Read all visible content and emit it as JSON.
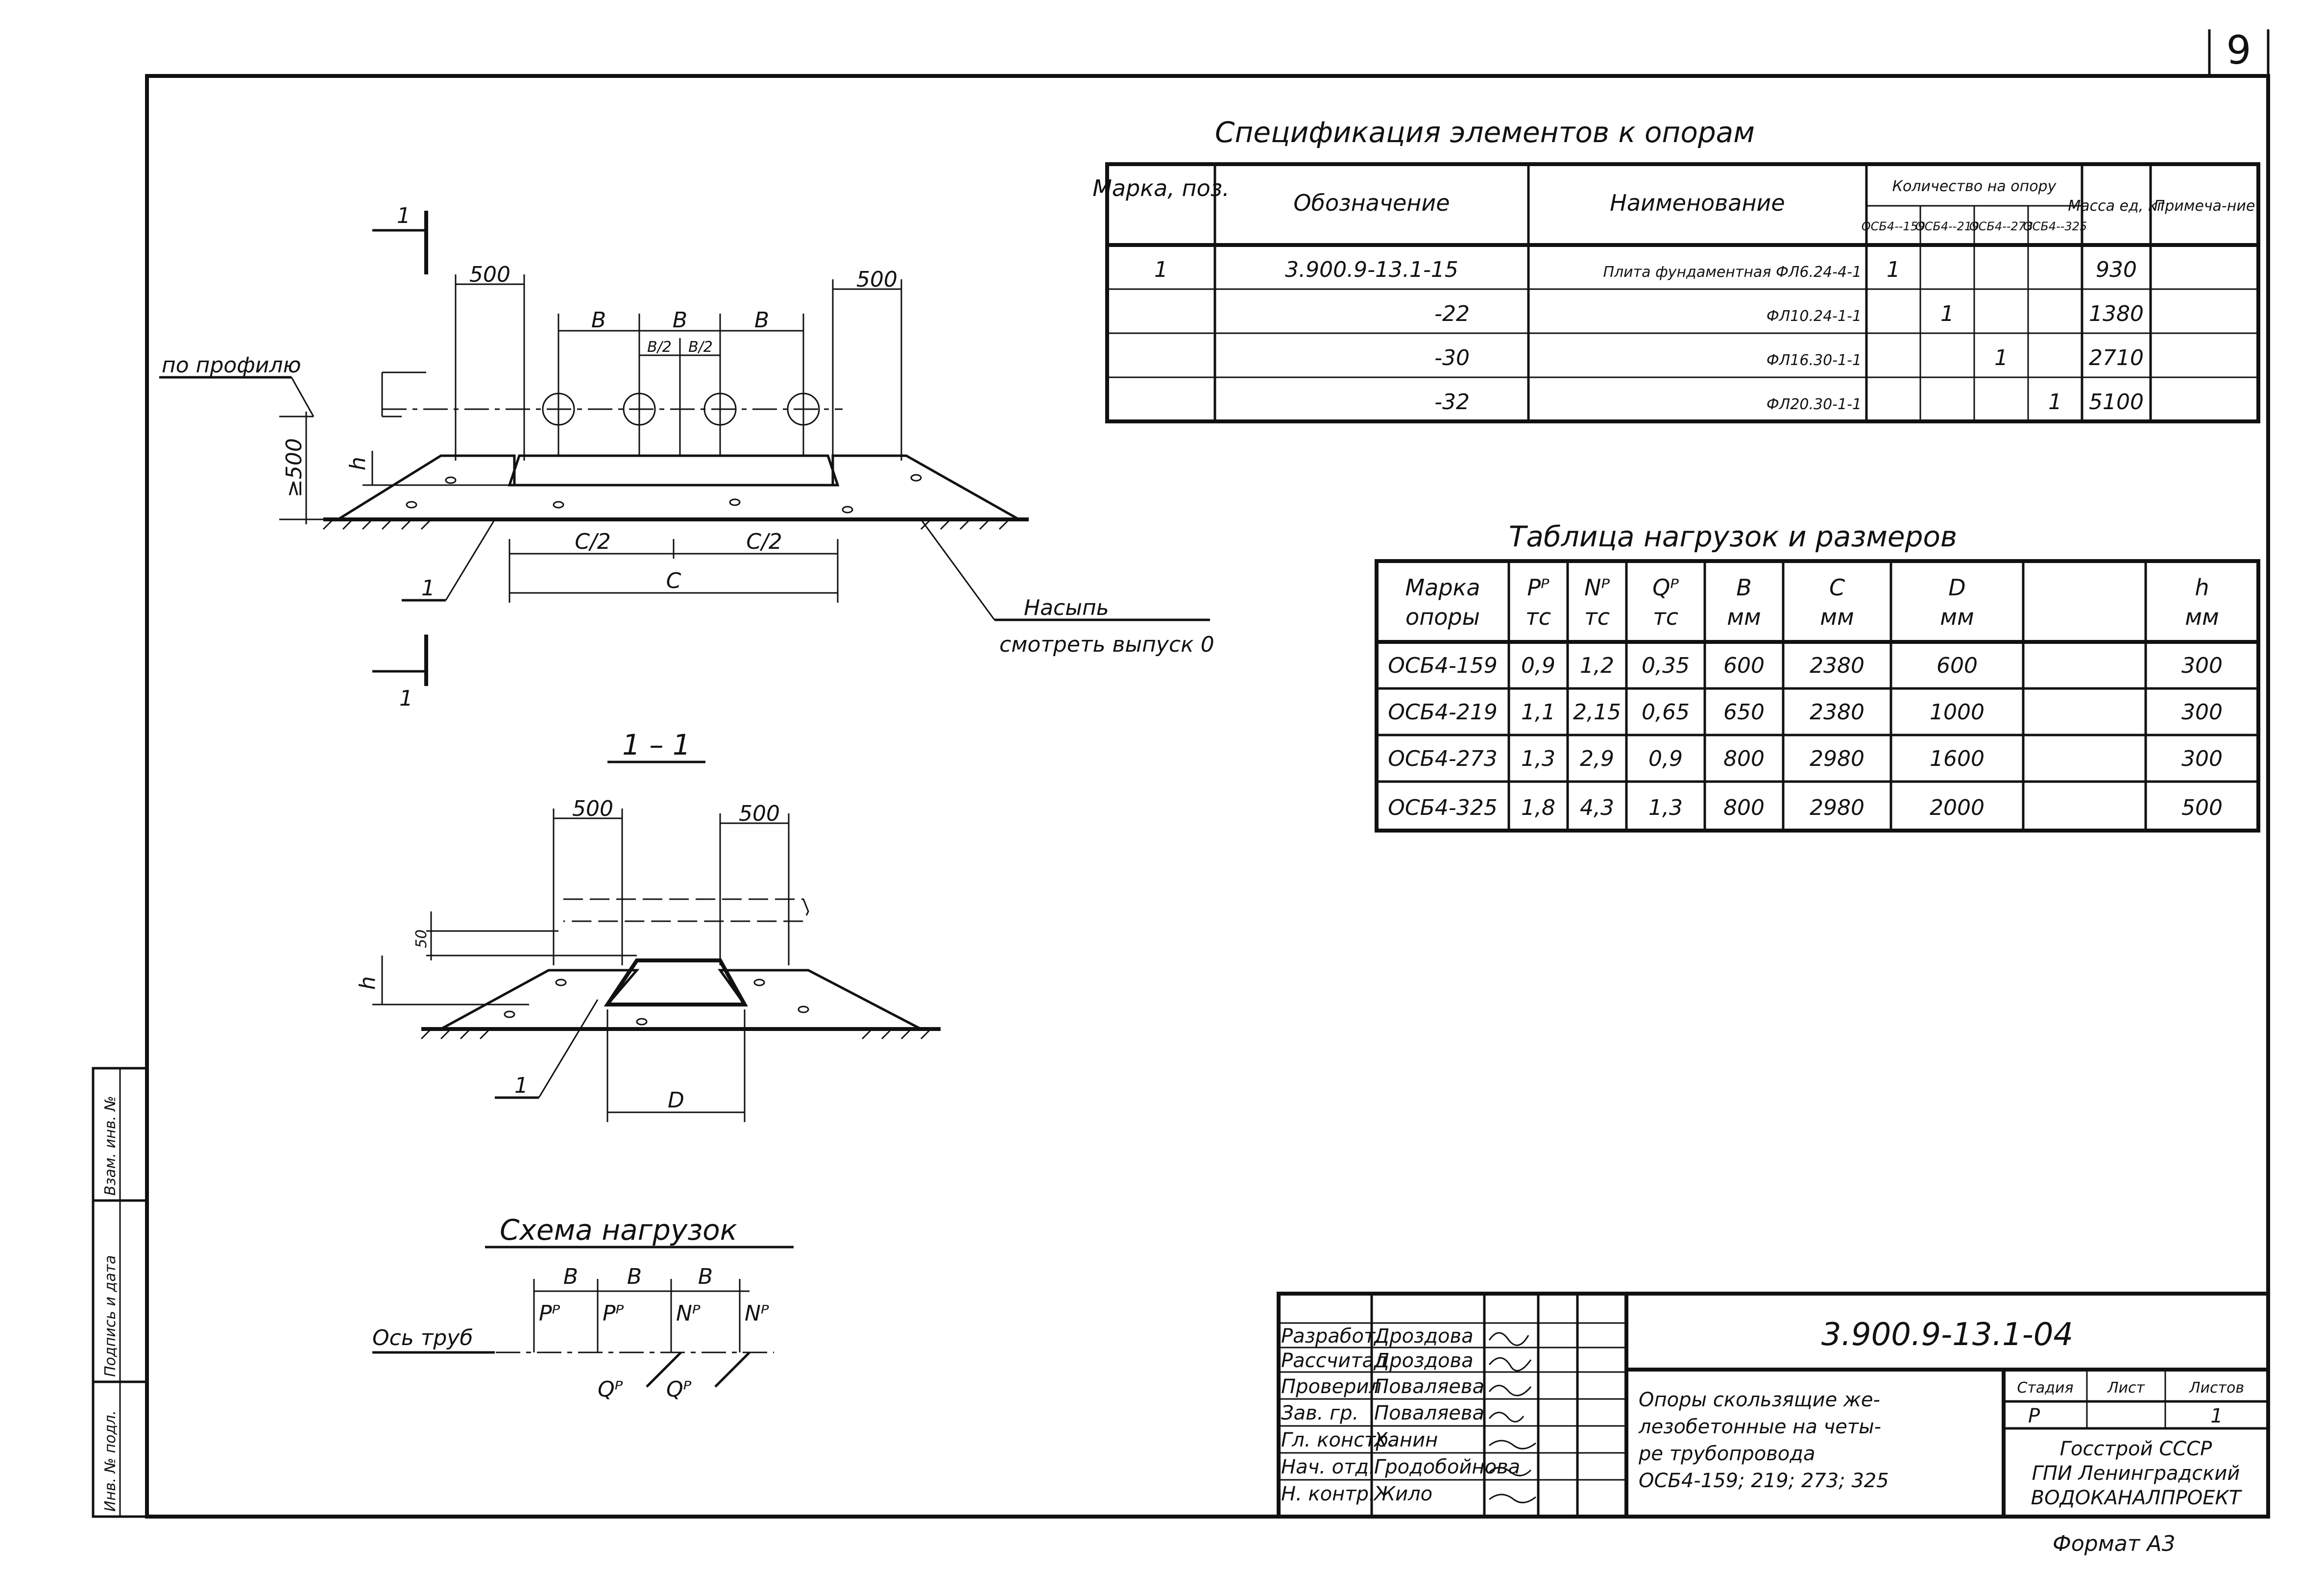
{
  "page_number": "9",
  "spec": {
    "title": "Спецификация элементов к опорам",
    "headers": {
      "mark": "Марка, поз.",
      "designation": "Обозначение",
      "name": "Наименование",
      "qty": "Количество на опору",
      "qty_sub": [
        "ОСБ4--159",
        "ОСБ4--219",
        "ОСБ4--273",
        "ОСБ4--325"
      ],
      "mass": "Масса ед, кг",
      "note": "Примеча-ние"
    },
    "rows": [
      {
        "mark": "1",
        "designation": "3.900.9-13.1-15",
        "name": "Плита фундаментная ФЛ6.24-4-1",
        "q1": "1",
        "q2": "",
        "q3": "",
        "q4": "",
        "mass": "930",
        "note": ""
      },
      {
        "mark": "",
        "designation": "-22",
        "name": "ФЛ10.24-1-1",
        "q1": "",
        "q2": "1",
        "q3": "",
        "q4": "",
        "mass": "1380",
        "note": ""
      },
      {
        "mark": "",
        "designation": "-30",
        "name": "ФЛ16.30-1-1",
        "q1": "",
        "q2": "",
        "q3": "1",
        "q4": "",
        "mass": "2710",
        "note": ""
      },
      {
        "mark": "",
        "designation": "-32",
        "name": "ФЛ20.30-1-1",
        "q1": "",
        "q2": "",
        "q3": "",
        "q4": "1",
        "mass": "5100",
        "note": ""
      }
    ]
  },
  "loads": {
    "title": "Таблица нагрузок и размеров",
    "headers": [
      {
        "top": "Марка",
        "bottom": "опоры"
      },
      {
        "top": "Pᴾ",
        "bottom": "тс"
      },
      {
        "top": "Nᴾ",
        "bottom": "тс"
      },
      {
        "top": "Qᴾ",
        "bottom": "тс"
      },
      {
        "top": "B",
        "bottom": "мм"
      },
      {
        "top": "C",
        "bottom": "мм"
      },
      {
        "top": "D",
        "bottom": "мм"
      },
      {
        "top": "h",
        "bottom": "мм"
      }
    ],
    "rows": [
      [
        "ОСБ4-159",
        "0,9",
        "1,2",
        "0,35",
        "600",
        "2380",
        "600",
        "300"
      ],
      [
        "ОСБ4-219",
        "1,1",
        "2,15",
        "0,65",
        "650",
        "2380",
        "1000",
        "300"
      ],
      [
        "ОСБ4-273",
        "1,3",
        "2,9",
        "0,9",
        "800",
        "2980",
        "1600",
        "300"
      ],
      [
        "ОСБ4-325",
        "1,8",
        "4,3",
        "1,3",
        "800",
        "2980",
        "2000",
        "500"
      ]
    ]
  },
  "drawing1": {
    "section_mark": "1",
    "dim_500": "500",
    "dim_B": "B",
    "dim_B2": "B/2",
    "by_profile": "по профилю",
    "dim_ge500": "≥500",
    "dim_h": "h",
    "dim_C2": "C/2",
    "dim_C": "C",
    "pos": "1",
    "fill_label": "Насыпь",
    "fill_ref": "смотреть выпуск 0"
  },
  "drawing2": {
    "title": "1 – 1",
    "dim_500": "500",
    "dim_50": "50",
    "dim_h": "h",
    "dim_D": "D",
    "pos": "1"
  },
  "scheme": {
    "title": "Схема нагрузок",
    "dim_B": "B",
    "axis_label": "Ось труб",
    "P": "Pᴾ",
    "N": "Nᴾ",
    "Q": "Qᴾ"
  },
  "side_stamp": [
    "Инв. № подл.",
    "Подпись и дата",
    "Взам. инв. №"
  ],
  "titleblock": {
    "code": "3.900.9-13.1-04",
    "roles": [
      "Разработ.",
      "Рассчитал",
      "Проверил",
      "Зав. гр.",
      "Гл. констр.",
      "Нач. отд.",
      "Н. контр."
    ],
    "names": [
      "Дроздова",
      "Дроздова",
      "Поваляева",
      "Поваляева",
      "Ханин",
      "Гродобойнова",
      "Жило"
    ],
    "description": [
      "Опоры скользящие же-",
      "лезобетонные на четы-",
      "ре трубопровода",
      "ОСБ4-159; 219; 273; 325"
    ],
    "stage_label": "Стадия",
    "sheet_label": "Лист",
    "sheets_label": "Листов",
    "stage": "Р",
    "sheet": "",
    "sheets": "1",
    "org": [
      "Госстрой СССР",
      "ГПИ Ленинградский",
      "ВОДОКАНАЛПРОЕКТ"
    ]
  },
  "format": "Формат А3"
}
